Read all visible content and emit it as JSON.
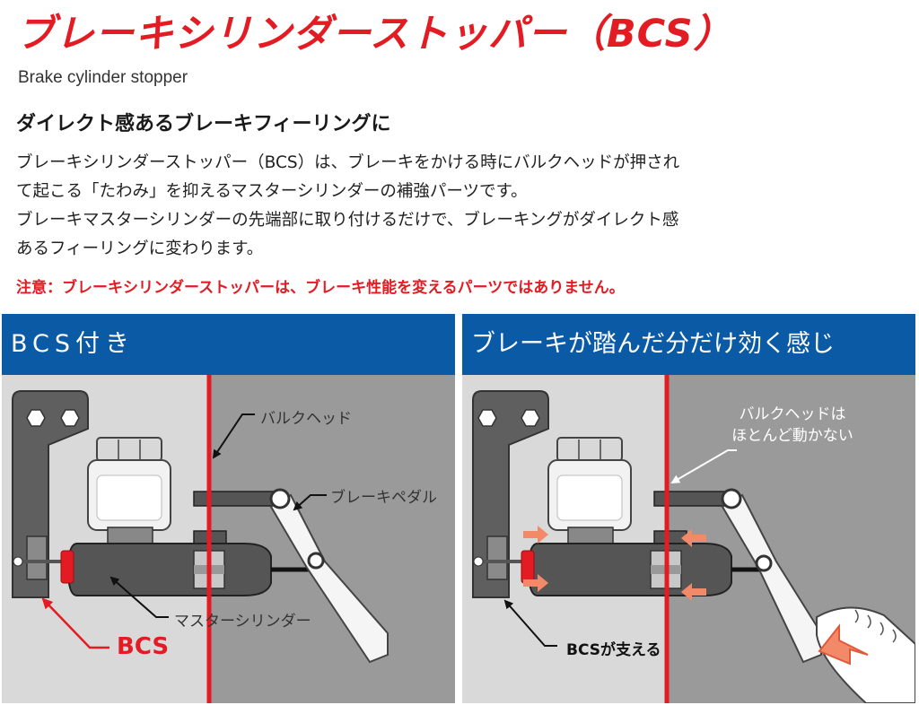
{
  "header": {
    "title": "ブレーキシリンダーストッパー（BCS）",
    "subtitle": "Brake cylinder stopper"
  },
  "intro": {
    "heading": "ダイレクト感あるブレーキフィーリングに",
    "lines": [
      "ブレーキシリンダーストッパー（BCS）は、ブレーキをかける時にバルクヘッドが押され",
      "て起こる「たわみ」を抑えるマスターシリンダーの補強パーツです。",
      "ブレーキマスターシリンダーの先端部に取り付けるだけで、ブレーキングがダイレクト感",
      "あるフィーリングに変わります。"
    ],
    "note": "注意：ブレーキシリンダーストッパーは、ブレーキ性能を変えるパーツではありません。"
  },
  "panels": {
    "with_bcs": {
      "title": "BCS付き",
      "labels": {
        "bulkhead": "バルクヘッド",
        "brake_pedal": "ブレーキペダル",
        "master_cylinder": "マスターシリンダー",
        "bcs": "BCS"
      }
    },
    "effect": {
      "title": "ブレーキが踏んだ分だけ効く感じ",
      "labels": {
        "bulkhead_line1": "バルクヘッドは",
        "bulkhead_line2": "ほとんど動かない",
        "bcs_support": "BCSが支える"
      }
    }
  },
  "colors": {
    "accent_red": "#e31b23",
    "header_blue": "#0a5aa6",
    "panel_gray": "#d9d9d9",
    "bulkhead_gray": "#9a9a9a"
  }
}
